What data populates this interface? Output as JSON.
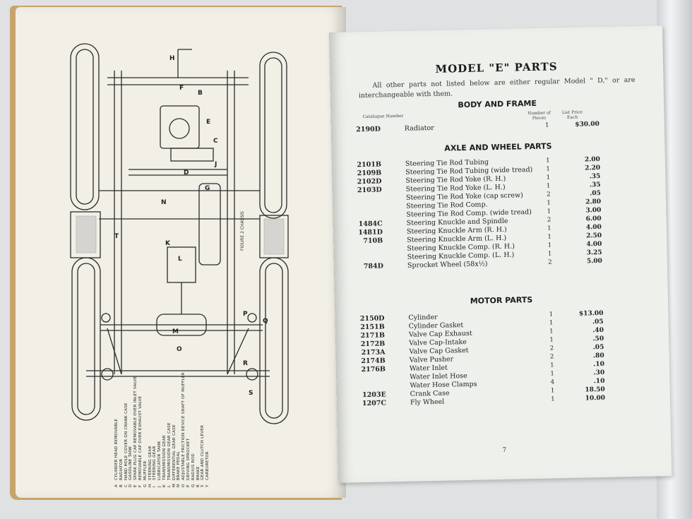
{
  "left_page": {
    "figure_caption": "FIGURE 2 CHASSIS",
    "legend": [
      {
        "key": "A",
        "label": "Cylinder Head Removable"
      },
      {
        "key": "B",
        "label": "Radiator"
      },
      {
        "key": "C",
        "label": "Hand Hole Cover on Crank Case"
      },
      {
        "key": "D",
        "label": "Gasoline Tank"
      },
      {
        "key": "E",
        "label": "Spark Plug Cap Removable Over Inlet Valve"
      },
      {
        "key": "F",
        "label": "Removable Cap Over Exhaust Valve"
      },
      {
        "key": "G",
        "label": "Muffler"
      },
      {
        "key": "H",
        "label": "Steering Gear"
      },
      {
        "key": "I",
        "label": "Steering Gear"
      },
      {
        "key": "J",
        "label": "Lubricator Tank"
      },
      {
        "key": "K",
        "label": "Transmission Gear"
      },
      {
        "key": "L",
        "label": "Transmission Gear Case"
      },
      {
        "key": "M",
        "label": "Differential Gear Case"
      },
      {
        "key": "N",
        "label": "Brake Pedal"
      },
      {
        "key": "O",
        "label": "Adjustable Friction Device Shaft Of Muffler"
      },
      {
        "key": "P",
        "label": "Driving Sprocket"
      },
      {
        "key": "Q",
        "label": "Radius Rod"
      },
      {
        "key": "R",
        "label": "Brake"
      },
      {
        "key": "S",
        "label": "Gear And Clutch Lever"
      },
      {
        "key": "Y",
        "label": "Carburetor"
      }
    ],
    "diagram_labels": [
      "H",
      "B",
      "F",
      "E",
      "C",
      "D",
      "J",
      "G",
      "N",
      "K",
      "L",
      "M",
      "O",
      "P",
      "Q",
      "R",
      "S",
      "T"
    ]
  },
  "right_page": {
    "title": "MODEL \"E\" PARTS",
    "intro": "All other parts not listed below are either regular Model \" D,\" or are interchangeable with them.",
    "column_headers": {
      "catalogue": "Catalogue Number",
      "pieces": "Number of Pieces",
      "price": "List Price Each"
    },
    "sections": [
      {
        "heading": "BODY AND FRAME",
        "rows": [
          {
            "cat": "2190D",
            "desc": "Radiator",
            "qty": "1",
            "price": "$30.00"
          }
        ]
      },
      {
        "heading": "AXLE AND WHEEL PARTS",
        "rows": [
          {
            "cat": "2101B",
            "desc": "Steering Tie Rod Tubing",
            "qty": "1",
            "price": "2.00"
          },
          {
            "cat": "2109B",
            "desc": "Steering Tie Rod Tubing (wide tread)",
            "qty": "1",
            "price": "2.20"
          },
          {
            "cat": "2102D",
            "desc": "Steering Tie Rod Yoke (R. H.)",
            "qty": "1",
            "price": ".35"
          },
          {
            "cat": "2103D",
            "desc": "Steering Tie Rod Yoke (L. H.)",
            "qty": "1",
            "price": ".35"
          },
          {
            "cat": "",
            "desc": "Steering Tie Rod Yoke (cap screw)",
            "qty": "2",
            "price": ".05"
          },
          {
            "cat": "",
            "desc": "Steering Tie Rod Comp.",
            "qty": "1",
            "price": "2.80"
          },
          {
            "cat": "",
            "desc": "Steering Tie Rod Comp. (wide tread)",
            "qty": "1",
            "price": "3.00"
          },
          {
            "cat": "1484C",
            "desc": "Steering Knuckle and Spindle",
            "qty": "2",
            "price": "6.00"
          },
          {
            "cat": "1481D",
            "desc": "Steering Knuckle Arm (R. H.)",
            "qty": "1",
            "price": "4.00"
          },
          {
            "cat": "710B",
            "desc": "Steering Knuckle Arm (L. H.)",
            "qty": "1",
            "price": "2.50"
          },
          {
            "cat": "",
            "desc": "Steering Knuckle Comp. (R. H.)",
            "qty": "1",
            "price": "4.00"
          },
          {
            "cat": "",
            "desc": "Steering Knuckle Comp. (L. H.)",
            "qty": "1",
            "price": "3.25"
          },
          {
            "cat": "784D",
            "desc": "Sprocket Wheel (58x½)",
            "qty": "2",
            "price": "5.00"
          }
        ]
      },
      {
        "heading": "MOTOR PARTS",
        "rows": [
          {
            "cat": "2150D",
            "desc": "Cylinder",
            "qty": "1",
            "price": "$13.00"
          },
          {
            "cat": "2151B",
            "desc": "Cylinder Gasket",
            "qty": "1",
            "price": ".05"
          },
          {
            "cat": "2171B",
            "desc": "Valve Cap Exhaust",
            "qty": "1",
            "price": ".40"
          },
          {
            "cat": "2172B",
            "desc": "Valve Cap-Intake",
            "qty": "1",
            "price": ".50"
          },
          {
            "cat": "2173A",
            "desc": "Valve Cap Gasket",
            "qty": "2",
            "price": ".05"
          },
          {
            "cat": "2174B",
            "desc": "Valve Pusher",
            "qty": "2",
            "price": ".80"
          },
          {
            "cat": "2176B",
            "desc": "Water Inlet",
            "qty": "1",
            "price": ".10"
          },
          {
            "cat": "",
            "desc": "Water Inlet Hose",
            "qty": "1",
            "price": ".30"
          },
          {
            "cat": "",
            "desc": "Water Hose Clamps",
            "qty": "4",
            "price": ".10"
          },
          {
            "cat": "1203E",
            "desc": "Crank Case",
            "qty": "1",
            "price": "18.50"
          },
          {
            "cat": "1207C",
            "desc": "Fly Wheel",
            "qty": "1",
            "price": "10.00"
          }
        ]
      }
    ],
    "page_number": "7"
  }
}
